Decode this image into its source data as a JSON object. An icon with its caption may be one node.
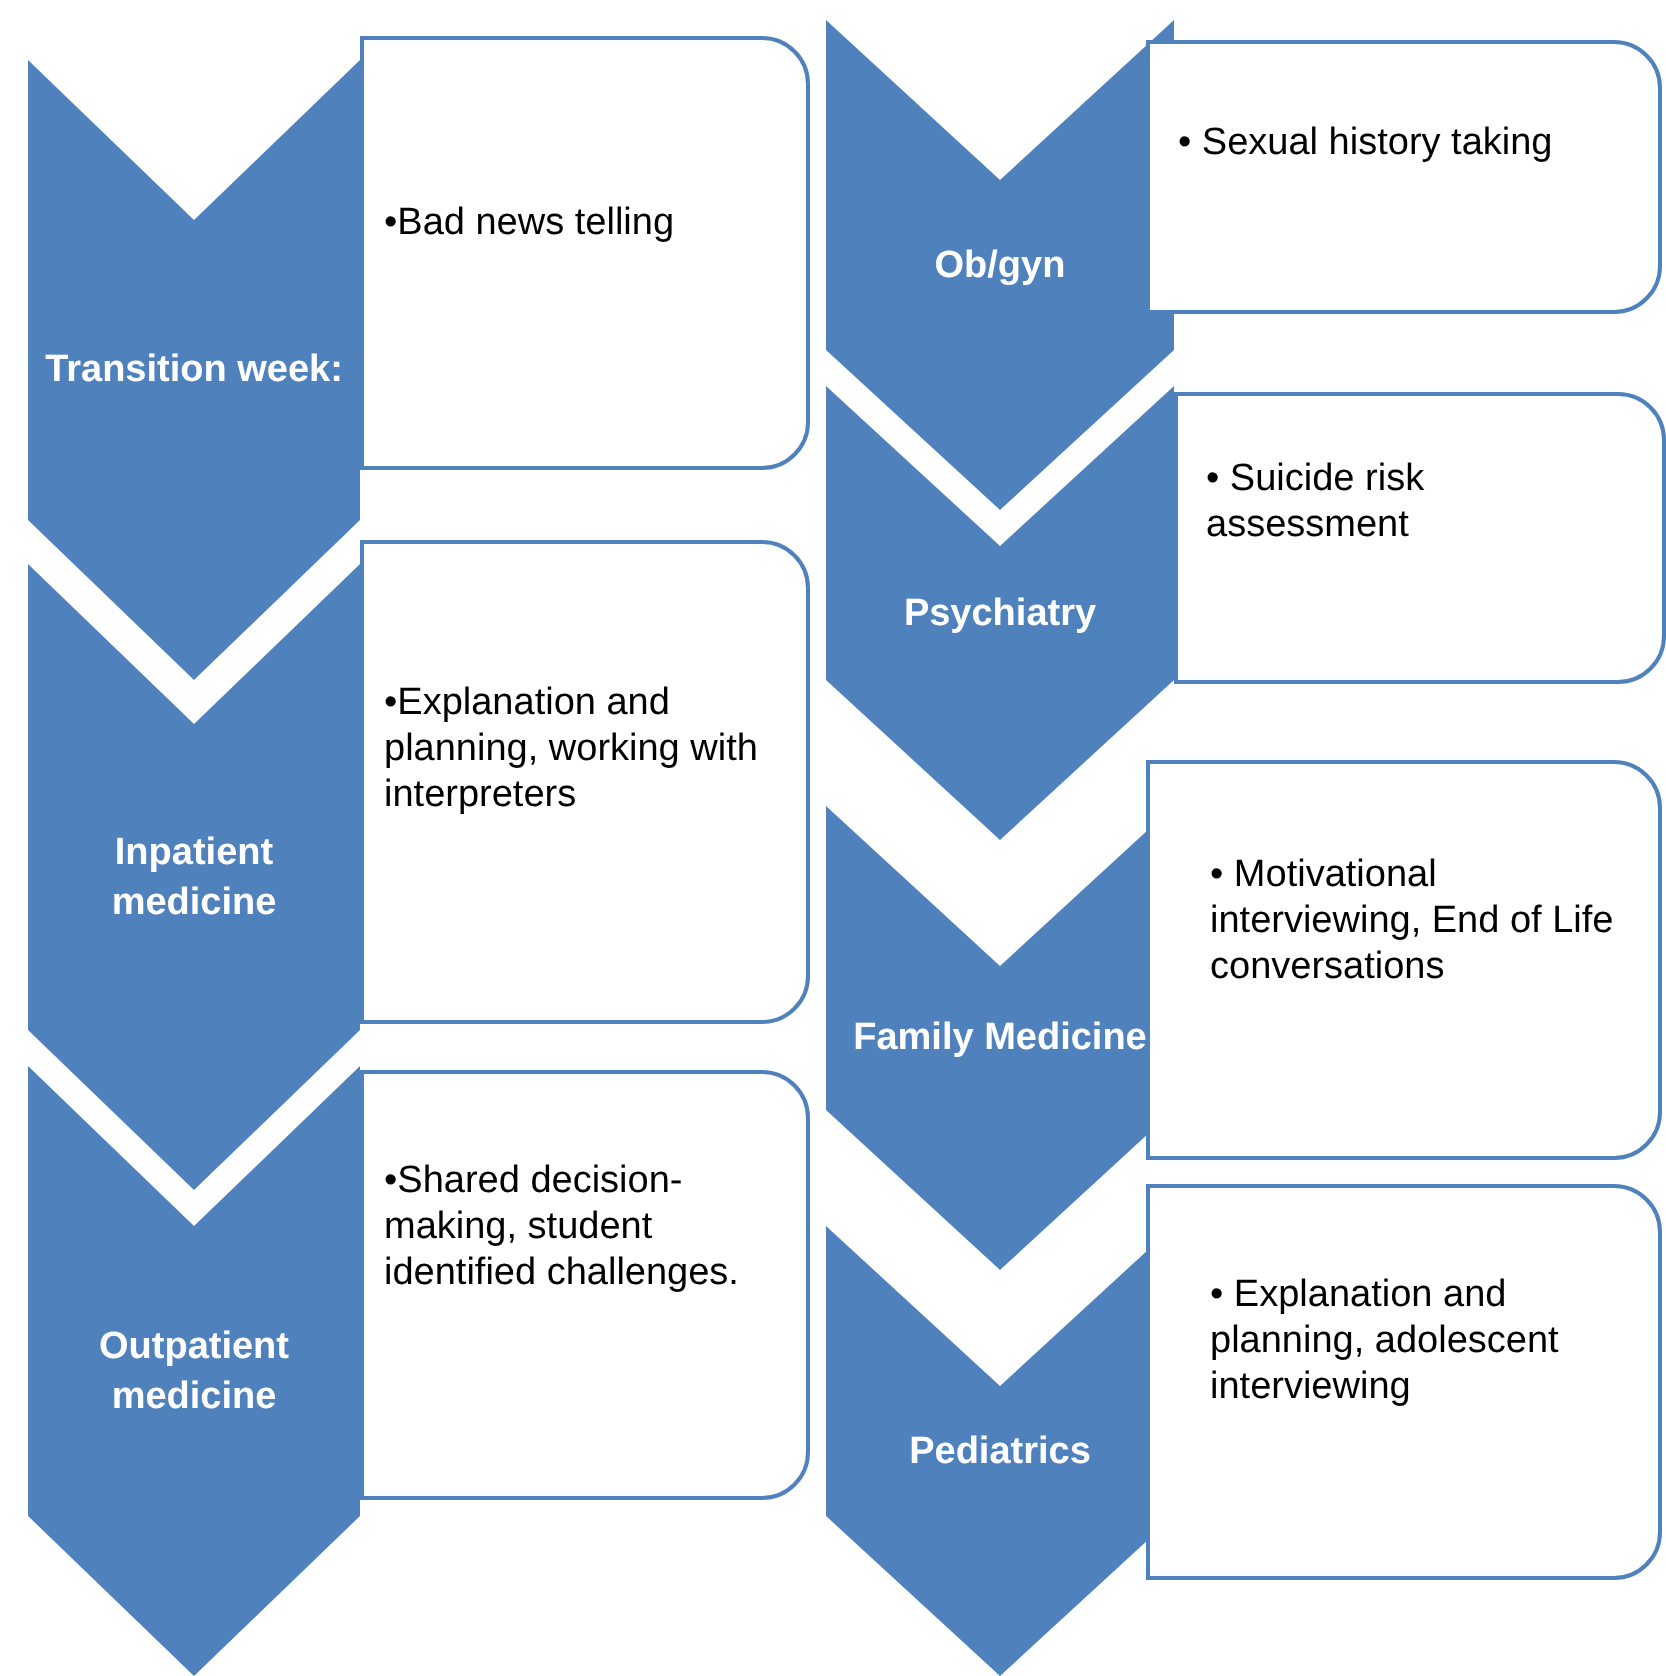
{
  "diagram": {
    "nodes": [
      {
        "text": [
          "Transition week:"
        ]
      },
      {
        "text": [
          "•Bad news telling"
        ]
      },
      {
        "text": [
          "Inpatient medicine"
        ]
      },
      {
        "text": [
          "•Explanation and planning, working with interpreters"
        ]
      },
      {
        "text": [
          "Outpatient medicine"
        ]
      },
      {
        "text": [
          "•Shared decision-making,  student identified challenges."
        ]
      },
      {
        "text": [
          "Ob/gyn"
        ]
      },
      {
        "text": [
          "• Sexual history taking"
        ]
      },
      {
        "text": [
          "Psychiatry"
        ]
      },
      {
        "text": [
          "• Suicide risk assessment"
        ]
      },
      {
        "text": [
          "Family Medicine"
        ]
      },
      {
        "text": [
          "• Motivational interviewing, End of Life conversations"
        ]
      },
      {
        "text": [
          "Pediatrics"
        ]
      },
      {
        "text": [
          "• Explanation and planning, adolescent interviewing"
        ]
      }
    ]
  }
}
